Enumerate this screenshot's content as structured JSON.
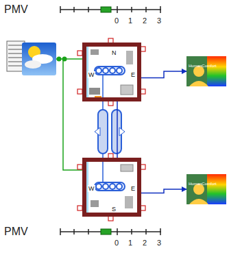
{
  "diagram": {
    "nodes": [
      {
        "text": [
          "N",
          "W",
          "E"
        ]
      },
      {
        "text": [
          "HumanComfort"
        ]
      },
      {
        "text": [
          "W",
          "E",
          "S"
        ]
      },
      {
        "text": [
          "HumanComfort"
        ]
      }
    ],
    "edges": [
      {
        "from": 0,
        "to": 1,
        "arrow": "to"
      },
      {
        "from": 0,
        "to": 2,
        "arrow": "none"
      },
      {
        "from": 2,
        "to": 3,
        "arrow": "to"
      }
    ],
    "labels": [
      "PMV",
      "0",
      "1",
      "2",
      "3",
      "PMV",
      "0",
      "1",
      "2",
      "3"
    ]
  }
}
